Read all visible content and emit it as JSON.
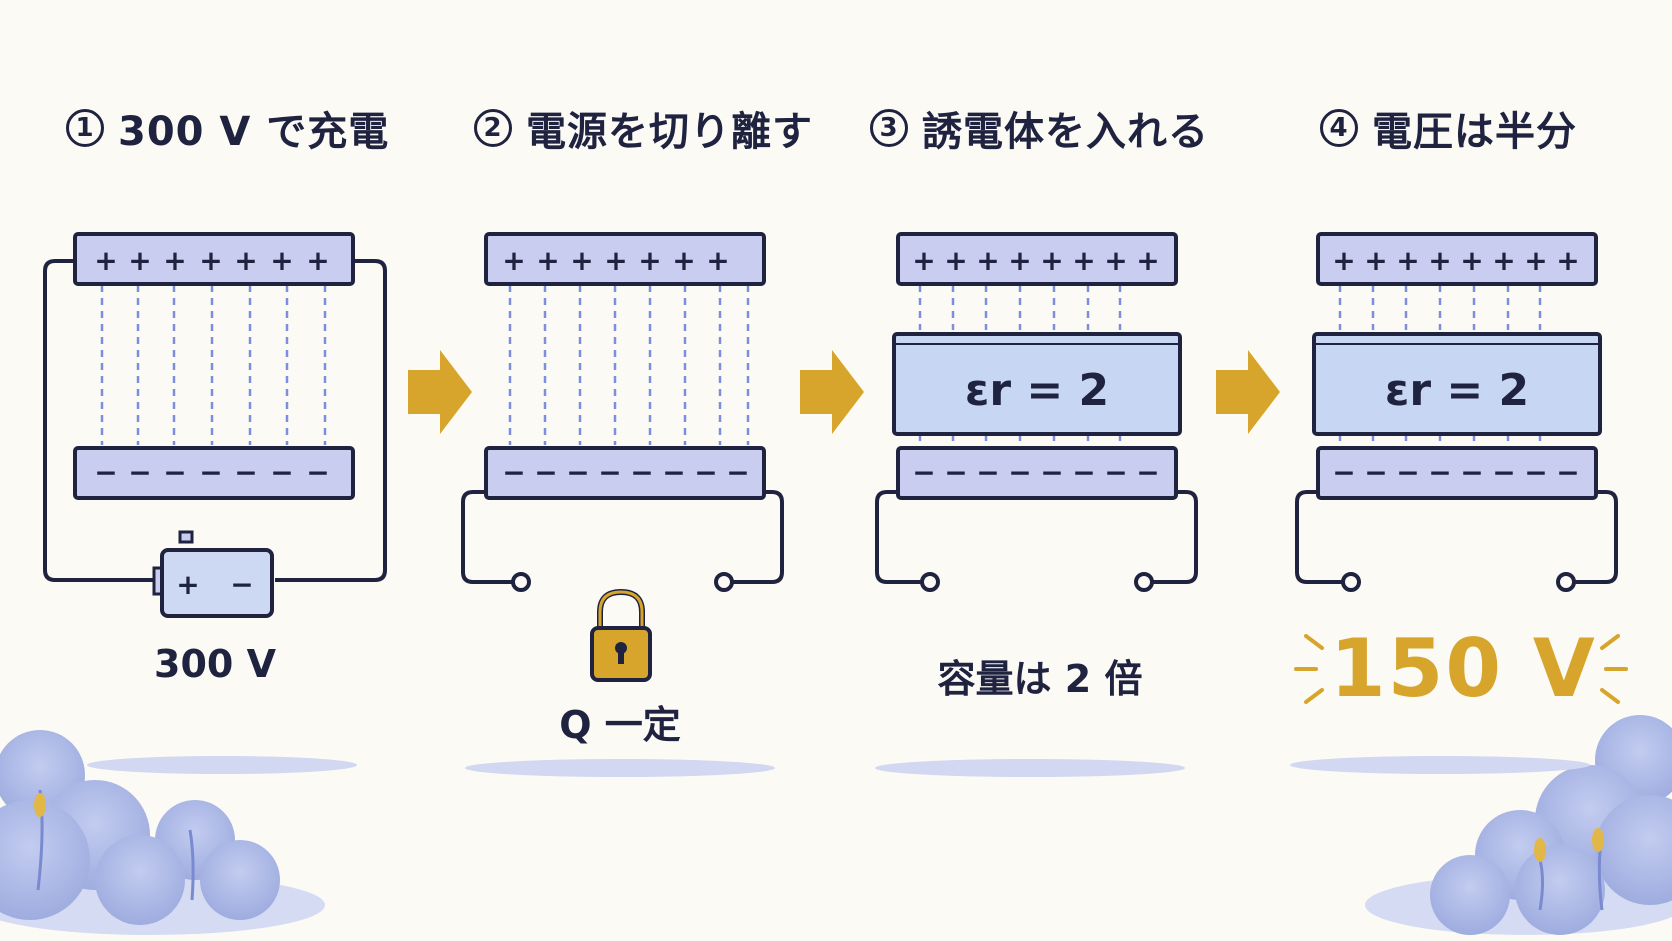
{
  "steps": [
    {
      "number": "1",
      "title": "300 V で充電",
      "caption": "300 V"
    },
    {
      "number": "2",
      "title": "電源を切り離す",
      "caption": "Q 一定"
    },
    {
      "number": "3",
      "title": "誘電体を入れる",
      "caption": "容量は 2 倍",
      "dielectric_label": "εr = 2"
    },
    {
      "number": "4",
      "title": "電圧は半分",
      "caption": "150 V",
      "dielectric_label": "εr = 2"
    }
  ],
  "battery": {
    "plus": "+",
    "minus": "−"
  },
  "plate_symbols": {
    "positive": "+",
    "negative": "−"
  },
  "icons": {
    "arrow": "right-arrow-icon",
    "lock": "lock-icon",
    "battery": "battery-icon"
  },
  "colors": {
    "ink": "#1f2340",
    "plate": "#c9cdf0",
    "field": "#7d8fdc",
    "dielectric": "#c7d6f2",
    "accent": "#d8a52c",
    "shadow": "#d2d7f2",
    "foliage": "#aab6e8"
  }
}
